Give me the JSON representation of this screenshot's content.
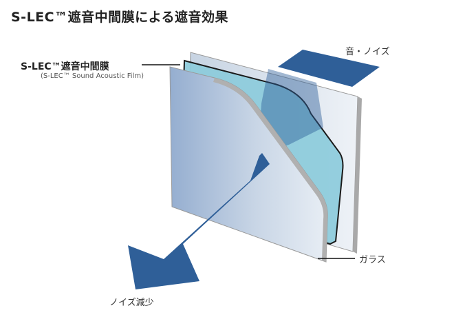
{
  "title": "S-LEC™遮音中間膜による遮音効果",
  "labels": {
    "film_name": "S-LEC™遮音中間膜",
    "film_subtitle": "(S-LEC™ Sound Acoustic Film)",
    "noise_in": "音・ノイズ",
    "glass": "ガラス",
    "noise_out": "ノイズ減少"
  },
  "colors": {
    "arrow": "#2f5f98",
    "film": "#8ccbdb",
    "glass_back": "#dfe6ee",
    "glass_front_left": "#9bb3d3",
    "glass_front_right": "#e6edf4",
    "edge": "#b3b3b3"
  }
}
